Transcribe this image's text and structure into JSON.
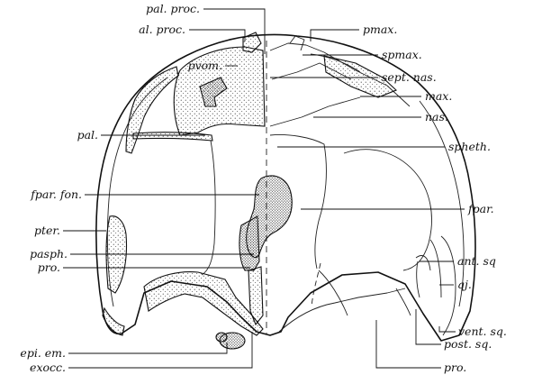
{
  "figure": {
    "labels": {
      "pal_proc": "pal. proc.",
      "al_proc": "al. proc.",
      "pvom": "pvom.",
      "pal": "pal.",
      "fpar_fon": "fpar. fon.",
      "pter": "pter.",
      "pasph": "pasph.",
      "pro_left": "pro.",
      "epi_em": "epi. em.",
      "exocc": "exocc.",
      "pmax": "pmax.",
      "spmax": "spmax.",
      "sept_nas": "sept. nas.",
      "max": "max.",
      "nas": "nas.",
      "spheth": "spheth.",
      "fpar": "fpar.",
      "ant_sq": "ant. sq",
      "qj": "qj.",
      "vent_sq": "vent. sq.",
      "post_sq": "post. sq.",
      "pro_right": "pro."
    }
  }
}
